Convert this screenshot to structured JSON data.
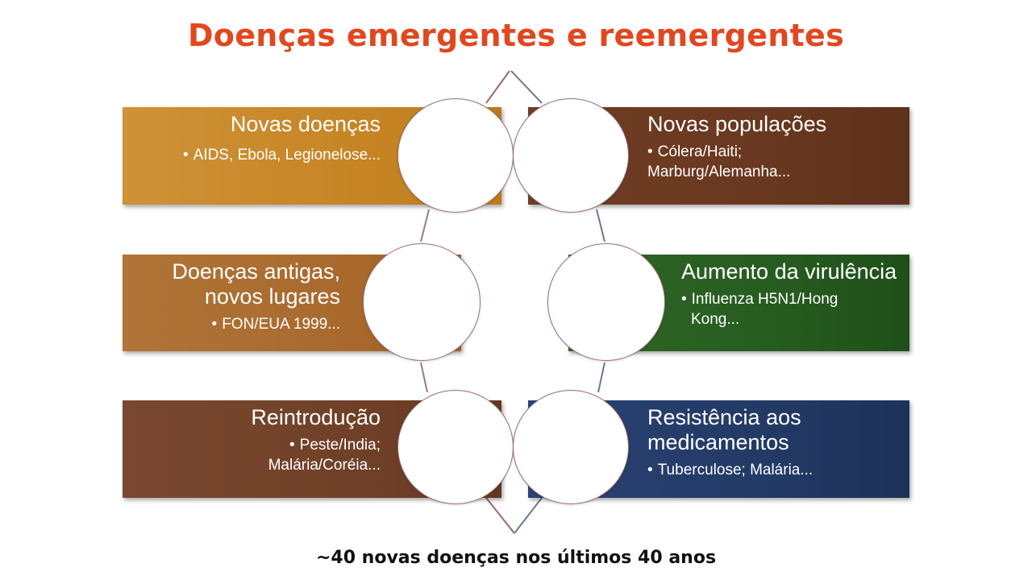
{
  "title": "Doenças emergentes e reemergentes",
  "footer": "~40 novas doenças nos últimos 40 anos",
  "colors": {
    "title": "#e2471f",
    "orange": "#cd8a2c",
    "brown_light": "#aa6b30",
    "brown_dark": "#6b3a22",
    "green": "#245a1e",
    "navy": "#233a66"
  },
  "boxes": {
    "novas_doencas": {
      "heading": "Novas doenças",
      "items": [
        "AIDS, Ebola, Legionelose..."
      ]
    },
    "doencas_antigas": {
      "heading_line1": "Doenças antigas,",
      "heading_line2": "novos lugares",
      "items": [
        "FON/EUA 1999..."
      ]
    },
    "reintroducao": {
      "heading": "Reintrodução",
      "items_line1": "Peste/India;",
      "items_line2": "Malária/Coréia..."
    },
    "novas_populacoes": {
      "heading": "Novas populações",
      "items_line1": "Cólera/Haiti;",
      "items_line2": "Marburg/Alemanha..."
    },
    "aumento_virulencia": {
      "heading": "Aumento da virulência",
      "items_line1": "Influenza H5N1/Hong",
      "items_line2": "Kong..."
    },
    "resistencia": {
      "heading_line1": "Resistência aos",
      "heading_line2": "medicamentos",
      "items": [
        "Tuberculose; Malária..."
      ]
    }
  }
}
